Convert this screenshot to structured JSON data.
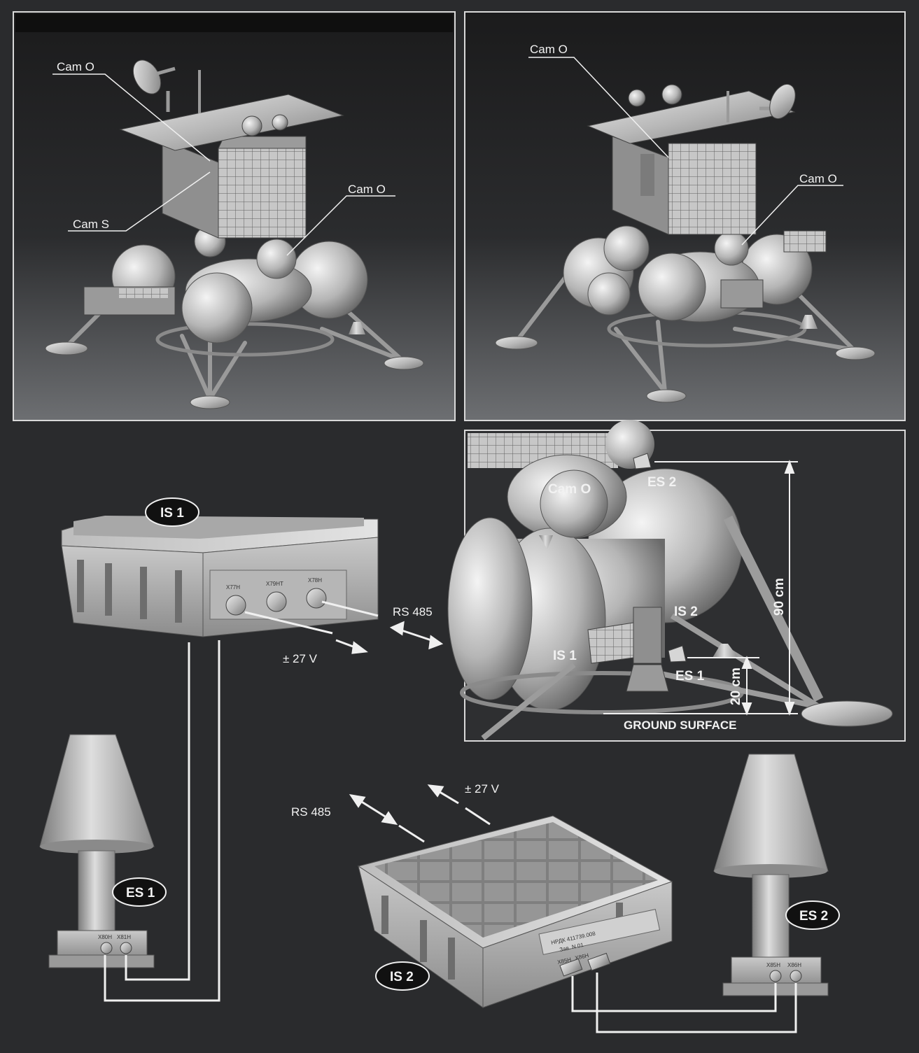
{
  "top_left": {
    "labels": {
      "cam_o": "Cam O",
      "cam_s": "Cam S",
      "cam_o_right": "Cam O"
    }
  },
  "top_right": {
    "labels": {
      "cam_o_top": "Cam O",
      "cam_o_right": "Cam O"
    }
  },
  "detail": {
    "labels": {
      "cam_o": "Cam O",
      "es2": "ES 2",
      "is2": "IS 2",
      "is1": "IS 1",
      "es1": "ES 1",
      "h90": "90 cm",
      "h20": "20 cm",
      "ground": "GROUND SURFACE"
    }
  },
  "is1_unit": {
    "title": "IS 1",
    "rs485": "RS 485",
    "power": "± 27 V",
    "connectors": [
      "X77H",
      "X79HT",
      "X78H"
    ]
  },
  "es1_unit": {
    "title": "ES 1",
    "connectors": [
      "X80H",
      "X81H"
    ]
  },
  "is2_unit": {
    "title": "IS 2",
    "rs485": "RS 485",
    "power": "± 27 V",
    "plate": [
      "НРДК 411739.008",
      "Зав. N 01"
    ],
    "connectors": [
      "X85H",
      "X86H"
    ]
  },
  "es2_unit": {
    "title": "ES 2",
    "connectors": [
      "X85H",
      "X86H"
    ]
  }
}
